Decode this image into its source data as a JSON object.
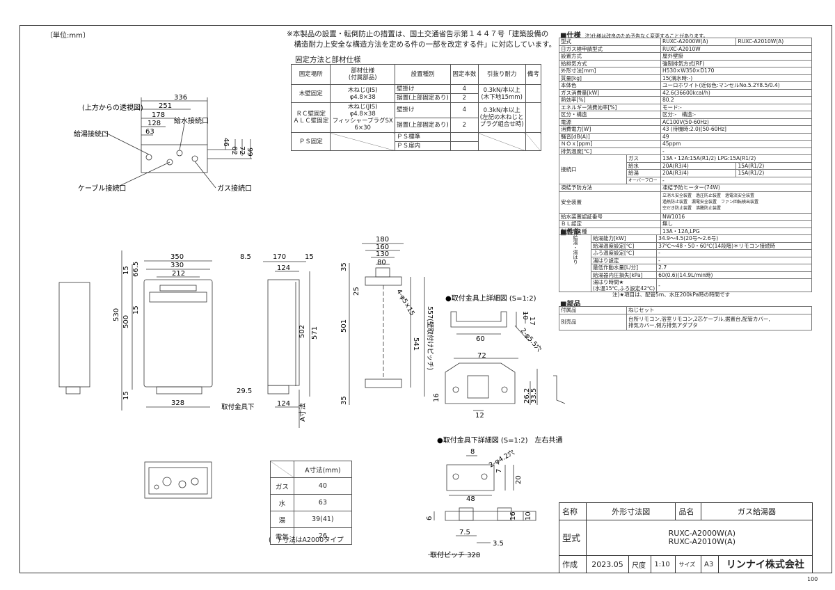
{
  "header": {
    "unit": "〔単位:mm〕",
    "notice": "※本製品の設置・転倒防止の措置は、国土交通省告示第１４４７号「建築設備の\n　構造耐力上安全な構造方法を定める件の一部を改定する件」に対応しています。"
  },
  "fixing": {
    "title": "固定方法と部材仕様",
    "headers": [
      "固定場所",
      "部材仕様\n(付属部品)",
      "設置種別",
      "固定本数",
      "引抜り耐力",
      "備考"
    ],
    "rows": [
      {
        "place": "木壁固定",
        "part": "木ねじ(JIS)\nφ4.8×38",
        "types": [
          "壁掛け",
          "据置(上部固定あり)"
        ],
        "counts": [
          "4",
          "2"
        ],
        "force": "0.3kN/本以上\n(木下地15mm)"
      },
      {
        "place": "ＲＣ壁固定\nＡＬＣ壁固定",
        "part": "木ねじ(JIS)\nφ4.8×38\nフィッシャープラグSX\n6×30",
        "types": [
          "壁掛け",
          "据置(上部固定あり)"
        ],
        "counts": [
          "4",
          "2"
        ],
        "force": "0.3kN/本以上\n(左記の木ねじと\nプラグ組合せ時)"
      },
      {
        "place": "ＰＳ固定",
        "part": "",
        "types": [
          "ＰＳ標準",
          "ＰＳ扉内"
        ],
        "counts": [
          "",
          ""
        ],
        "force": ""
      }
    ]
  },
  "top_view": {
    "title": "(上方からの透視図)",
    "dims": [
      "336",
      "251",
      "178",
      "128",
      "63",
      "46",
      "62",
      "72",
      "99"
    ],
    "labels": {
      "hot": "給湯接続口",
      "water": "給水接続口",
      "cable": "ケーブル接続口",
      "gas": "ガス接続口"
    }
  },
  "views": {
    "front_dims": [
      "350",
      "330",
      "212",
      "530",
      "500",
      "66.5",
      "15",
      "15",
      "15",
      "328"
    ],
    "side_dims": [
      "8.5",
      "170",
      "15",
      "124",
      "502",
      "571",
      "29.5",
      "124",
      "A寸法"
    ],
    "bracket_label": "取付金具下",
    "rear_dims": [
      "180",
      "160",
      "130",
      "80",
      "35",
      "25",
      "501",
      "541",
      "35",
      "557(壁取付けピッチ)",
      "4-φ5×15"
    ]
  },
  "detail_upper": {
    "title": "●取付金具上詳細図 (S=1:2)",
    "dims": [
      "60",
      "72",
      "16",
      "12",
      "26.2",
      "33.5",
      "10",
      "17",
      "2-φ5.5穴"
    ]
  },
  "detail_lower": {
    "title": "●取付金具下詳細図 (S=1:2)　左右共通",
    "dims": [
      "8",
      "2-φ4.2穴",
      "7",
      "20",
      "48",
      "6",
      "16",
      "10",
      "7.5",
      "3.5"
    ],
    "pitch": "取付ピッチ 328"
  },
  "a_table": {
    "header": "A寸法(mm)",
    "rows": [
      [
        "ガス",
        "40"
      ],
      [
        "水",
        "63"
      ],
      [
        "湯",
        "39(41)"
      ],
      [
        "電気",
        "26"
      ]
    ],
    "note": "(　) 寸法はA2000タイプ"
  },
  "spec": {
    "title": "■仕様",
    "subnote": "注)仕様は改良のため予告なく変更することがあります。",
    "rows": [
      [
        "型式",
        "RUXC-A2000W(A)",
        "RUXC-A2010W(A)"
      ],
      [
        "日ガス検申請型式",
        "RUXC-A2010W",
        ""
      ],
      [
        "設置方式",
        "屋外壁掛",
        ""
      ],
      [
        "給排気方式",
        "強制排気方式(RF)",
        ""
      ],
      [
        "外形寸法[mm]",
        "H530×W350×D170",
        ""
      ],
      [
        "質量[kg]",
        "15(満水時:-)",
        ""
      ],
      [
        "本体色",
        "ユーロホワイト(近似色:マンセルNo.5.2Y8.5/0.4)",
        ""
      ],
      [
        "ガス消費量[kW]",
        "42.6(36600kcal/h)",
        ""
      ],
      [
        "熱効率[%]",
        "80.2",
        ""
      ],
      [
        "エネルギー消費効率[%]",
        "モード:-",
        ""
      ],
      [
        "区分・構造",
        "区分:-　構造:-",
        ""
      ],
      [
        "電源",
        "AC100V(50-60Hz)",
        ""
      ],
      [
        "消費電力[W]",
        "43 (待機時:2.0)[50-60Hz]",
        ""
      ],
      [
        "騒音[dB(A)]",
        "49",
        ""
      ],
      [
        "ＮＯｘ[ppm]",
        "45ppm",
        ""
      ],
      [
        "排気温度[℃]",
        "-",
        ""
      ]
    ],
    "connect": {
      "label": "接続口",
      "rows": [
        [
          "ガス",
          "13A・12A:15A(R1/2) LPG:15A(R1/2)",
          ""
        ],
        [
          "給水",
          "20A(R3/4)",
          "15A(R1/2)"
        ],
        [
          "給湯",
          "20A(R3/4)",
          "15A(R1/2)"
        ],
        [
          "オーバーフロー",
          "-",
          ""
        ]
      ]
    },
    "freeze": [
      "凍結予防方法",
      "凍結予防ヒーター(74W)"
    ],
    "safety": {
      "label": "安全装置",
      "lines": [
        "立消え安全装置　過圧防止装置　過電流安全装置",
        "過熱防止装置　漏電安全装置　ファン回転検出装置",
        "空だき防止装置　沸騰防止装置"
      ]
    },
    "tail": [
      [
        "給水装置認証番号",
        "NW1016"
      ],
      [
        "ＢＬ認定",
        "無し"
      ],
      [
        "製造ガス種",
        "13A・12A,LPG"
      ]
    ]
  },
  "perf": {
    "title": "■性能",
    "side": "給湯・湯はり",
    "rows": [
      [
        "給湯能力[kW]",
        "34.9～4.5(20号～2.6号)"
      ],
      [
        "給湯温度設定[℃]",
        "37℃～48・50・60℃(14段階)＊リモコン接続時"
      ],
      [
        "ふろ温度設定[℃]",
        "-"
      ],
      [
        "湯はり設定",
        "-"
      ],
      [
        "最低作動水量[L/分]",
        "2.7"
      ],
      [
        "給湯器内圧損失[kPa]",
        "60(0.6)(14.9L/min時)"
      ],
      [
        "湯はり時間★\n(水温15℃,ふろ設定42℃)",
        "-"
      ]
    ],
    "note": "注)★項目は、配管5m、水圧200kPa時の時間です"
  },
  "parts": {
    "title": "■部品",
    "rows": [
      [
        "付属品",
        "ねじセット"
      ],
      [
        "別売品",
        "台所リモコン,浴室リモコン,2芯ケーブル,据置台,配管カバー,\n排気カバー,側方排気アダプタ"
      ]
    ]
  },
  "title_block": {
    "name_label": "名称",
    "name": "外形寸法図",
    "item_label": "品名",
    "item": "ガス給湯器",
    "model_label": "型式",
    "model1": "RUXC-A2000W(A)",
    "model2": "RUXC-A2010W(A)",
    "made_label": "作成",
    "date": "2023.05",
    "scale_label": "尺度",
    "scale": "1:10",
    "size_label": "サイズ",
    "size": "A3",
    "company": "リンナイ株式会社"
  },
  "page": "100"
}
